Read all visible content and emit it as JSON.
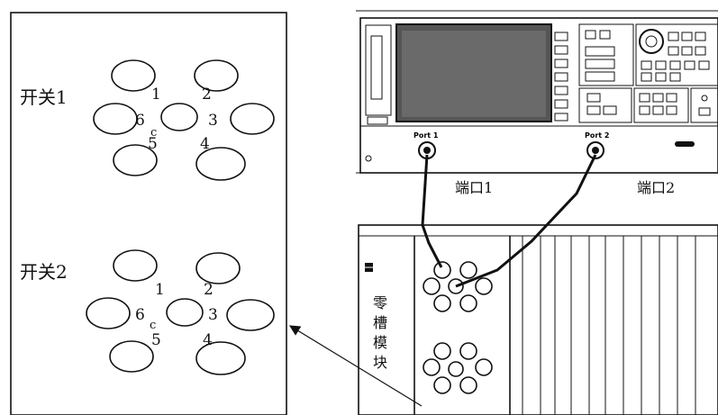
{
  "switch1": {
    "title": "开关1",
    "ports": [
      "1",
      "2",
      "6",
      "3",
      "5",
      "4"
    ],
    "common": "c"
  },
  "switch2": {
    "title": "开关2",
    "ports": [
      "1",
      "2",
      "6",
      "3",
      "5",
      "4"
    ],
    "common": "c"
  },
  "analyzer": {
    "port1_tag": "Port 1",
    "port2_tag": "Port 2",
    "port1_label": "端口1",
    "port2_label": "端口2"
  },
  "chassis": {
    "slot_label": [
      "零",
      "槽",
      "模",
      "块"
    ]
  }
}
